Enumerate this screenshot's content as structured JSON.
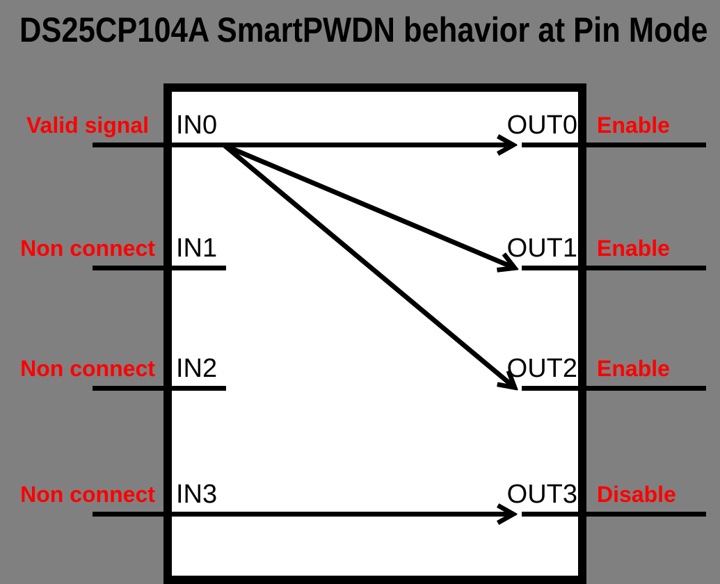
{
  "title": "DS25CP104A SmartPWDN behavior at Pin Mode",
  "colors": {
    "background": "#808080",
    "chip_fill": "#ffffff",
    "lines_and_text": "#000000",
    "annotation_red": "#ff0000"
  },
  "chip": {
    "inputs": [
      {
        "pin": "IN0",
        "label": "Valid signal"
      },
      {
        "pin": "IN1",
        "label": "Non connect"
      },
      {
        "pin": "IN2",
        "label": "Non connect"
      },
      {
        "pin": "IN3",
        "label": "Non connect"
      }
    ],
    "outputs": [
      {
        "pin": "OUT0",
        "status": "Enable"
      },
      {
        "pin": "OUT1",
        "status": "Enable"
      },
      {
        "pin": "OUT2",
        "status": "Enable"
      },
      {
        "pin": "OUT3",
        "status": "Disable"
      }
    ],
    "connections": [
      {
        "from": "IN0",
        "to": "OUT0"
      },
      {
        "from": "IN0",
        "to": "OUT1"
      },
      {
        "from": "IN0",
        "to": "OUT2"
      },
      {
        "from": "IN3",
        "to": "OUT3"
      }
    ]
  }
}
